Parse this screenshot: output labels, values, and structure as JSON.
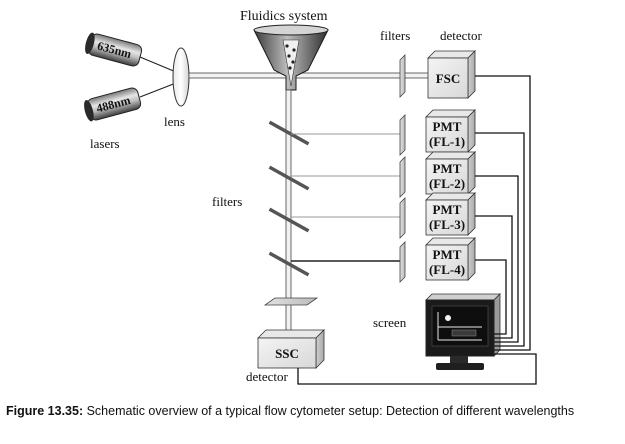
{
  "labels": {
    "fluidics": "Fluidics system",
    "lens": "lens",
    "lasers": "lasers",
    "filters_top": "filters",
    "detector_top": "detector",
    "filters_mid": "filters",
    "screen": "screen",
    "detector_bottom": "detector"
  },
  "lasers": [
    {
      "wavelength": "635nm"
    },
    {
      "wavelength": "488nm"
    }
  ],
  "detectors": {
    "fsc": "FSC",
    "ssc": "SSC",
    "pmt": [
      {
        "line1": "PMT",
        "line2": "(FL-1)"
      },
      {
        "line1": "PMT",
        "line2": "(FL-2)"
      },
      {
        "line1": "PMT",
        "line2": "(FL-3)"
      },
      {
        "line1": "PMT",
        "line2": "(FL-4)"
      }
    ]
  },
  "caption": {
    "figure": "Figure 13.35:",
    "text": " Schematic overview of a typical flow cytometer setup: Detection of different wavelengths"
  }
}
